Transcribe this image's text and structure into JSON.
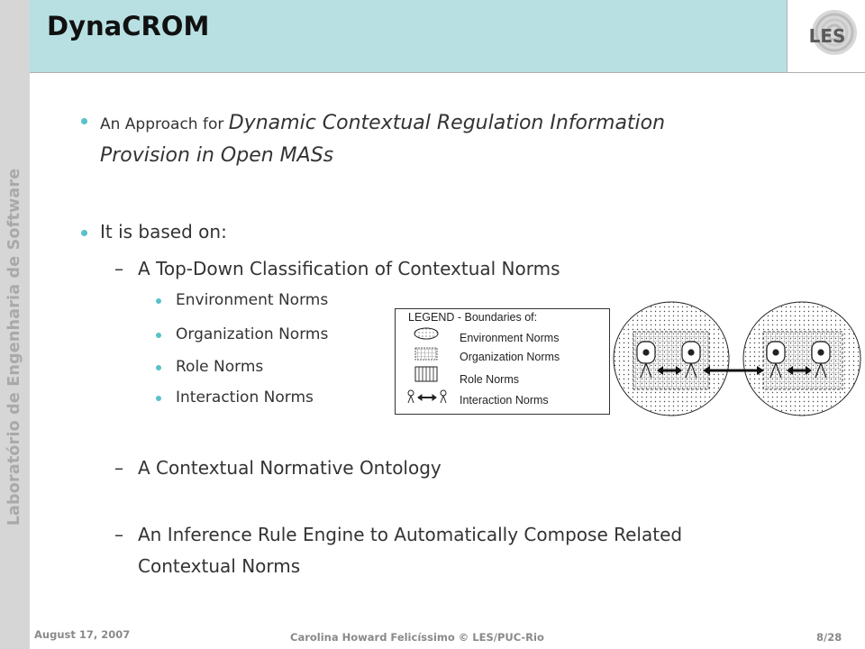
{
  "slide": {
    "title": "DynaCROM",
    "sidebar_text": "Laboratório de Engenharia de Software",
    "logo_text": "LES",
    "accent_color": "#58c1c9",
    "header_color": "#b8e0e3"
  },
  "bullets": {
    "b1_prefix": "An Approach for ",
    "b1_italic_line1": "Dynamic Contextual Regulation Information",
    "b1_italic_line2": "Provision in Open MASs",
    "b2": "It is based on:",
    "s1": "A Top-Down Classification of Contextual Norms",
    "sub1": "Environment Norms",
    "sub2": "Organization Norms",
    "sub3": "Role Norms",
    "sub4": "Interaction Norms",
    "s2": "A Contextual Normative Ontology",
    "s3_line1": "An Inference Rule Engine to Automatically Compose Related",
    "s3_line2": "Contextual Norms",
    "dash": "–"
  },
  "legend": {
    "title": "LEGEND - Boundaries of:",
    "items": [
      "Environment Norms",
      "Organization Norms",
      "Role Norms",
      "Interaction Norms"
    ]
  },
  "footer": {
    "date": "August 17, 2007",
    "author": "Carolina Howard Felicíssimo © LES/PUC-Rio",
    "page": "8/28"
  }
}
